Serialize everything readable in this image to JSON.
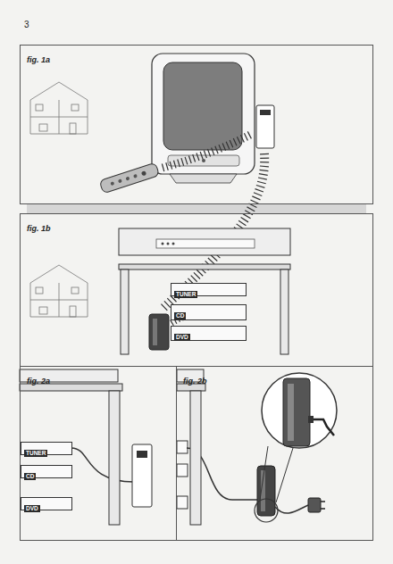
{
  "diagram": {
    "nodes": [
      {
        "text": [
          "fig. 1a"
        ]
      },
      {
        "text": [
          "fig. 1b"
        ]
      },
      {
        "text": [
          "TUNER"
        ],
        "in": 1
      },
      {
        "text": [
          "CD"
        ],
        "in": 1
      },
      {
        "text": [
          "DVD"
        ],
        "in": 1
      },
      {
        "text": [
          "fig. 2a"
        ]
      },
      {
        "text": [
          "TUNER"
        ],
        "in": 5
      },
      {
        "text": [
          "CD"
        ],
        "in": 5
      },
      {
        "text": [
          "DVD"
        ],
        "in": 5
      },
      {
        "text": [
          "fig. 2b"
        ]
      }
    ],
    "labels": [
      "3"
    ]
  }
}
